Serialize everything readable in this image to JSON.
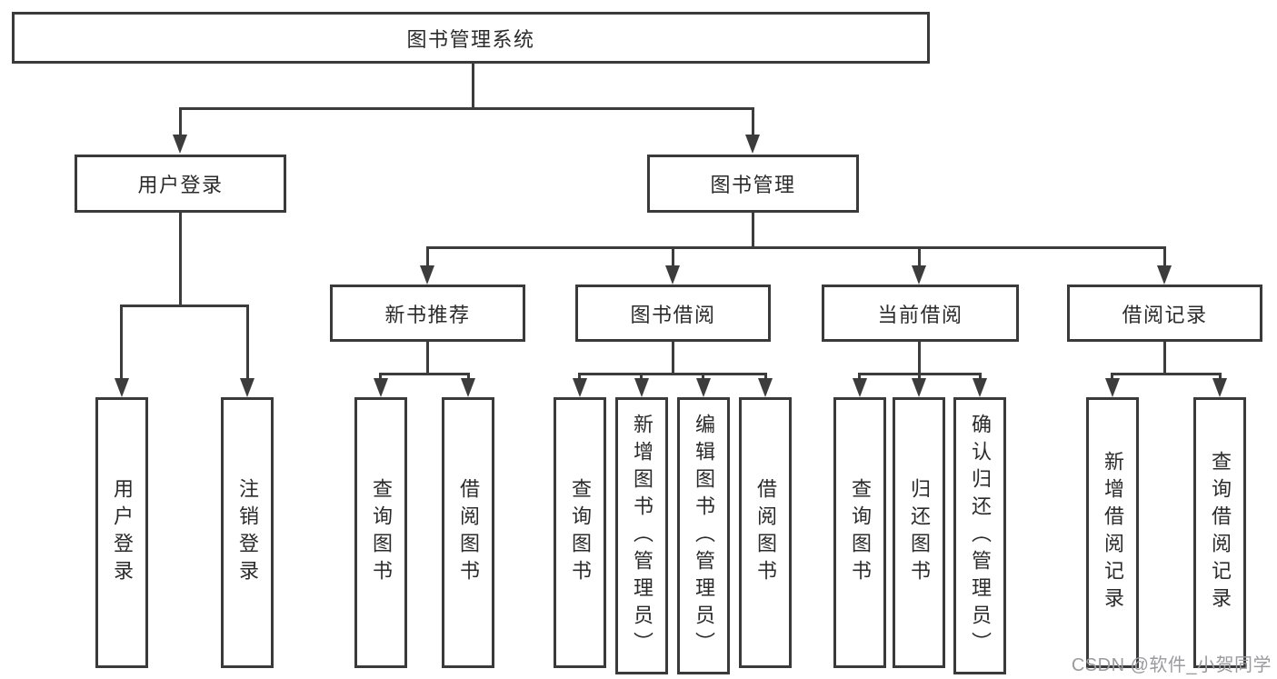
{
  "diagram_title": "图书管理系统",
  "nodes": {
    "root": "图书管理系统",
    "l2": [
      "用户登录",
      "图书管理"
    ],
    "l3": [
      "新书推荐",
      "图书借阅",
      "当前借阅",
      "借阅记录"
    ],
    "leaves": {
      "user_login": [
        "用户登录",
        "注销登录"
      ],
      "new_books": [
        "查询图书",
        "借阅图书"
      ],
      "borrow": [
        "查询图书",
        "新增图书（管理员）",
        "编辑图书（管理员）",
        "借阅图书"
      ],
      "current": [
        "查询图书",
        "归还图书",
        "确认归还（管理员）"
      ],
      "records": [
        "新增借阅记录",
        "查询借阅记录"
      ]
    }
  },
  "watermark": "CSDN @软件_小贺同学",
  "colors": {
    "line": "#3c3c3c",
    "box_border": "#3a3a3a",
    "text": "#2b2b2b",
    "watermark": "#9b9b9f",
    "background": "#ffffff"
  }
}
